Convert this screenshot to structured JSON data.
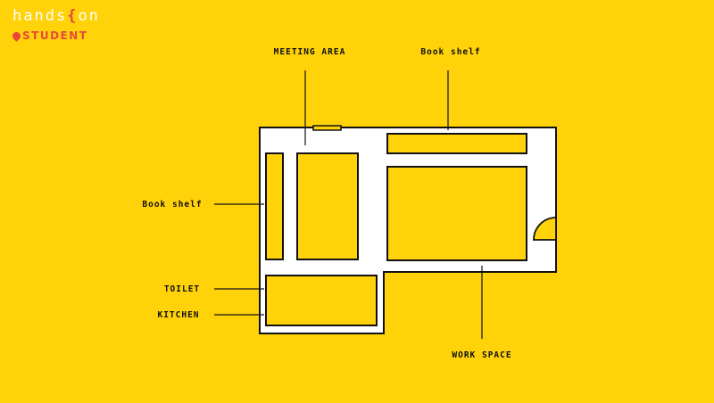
{
  "logo": {
    "word_start": "hands",
    "brace": "{",
    "word_end": "on",
    "subtitle": "STUDENT"
  },
  "colors": {
    "background": "#FFD20A",
    "lines": "#111111",
    "floor": "#FFFFFF",
    "brand_accent": "#E8473B"
  },
  "labels": {
    "meeting_area": "MEETING AREA",
    "book_shelf_top": "Book shelf",
    "book_shelf_left": "Book shelf",
    "toilet": "TOILET",
    "kitchen": "KITCHEN",
    "work_space": "WORK SPACE"
  }
}
